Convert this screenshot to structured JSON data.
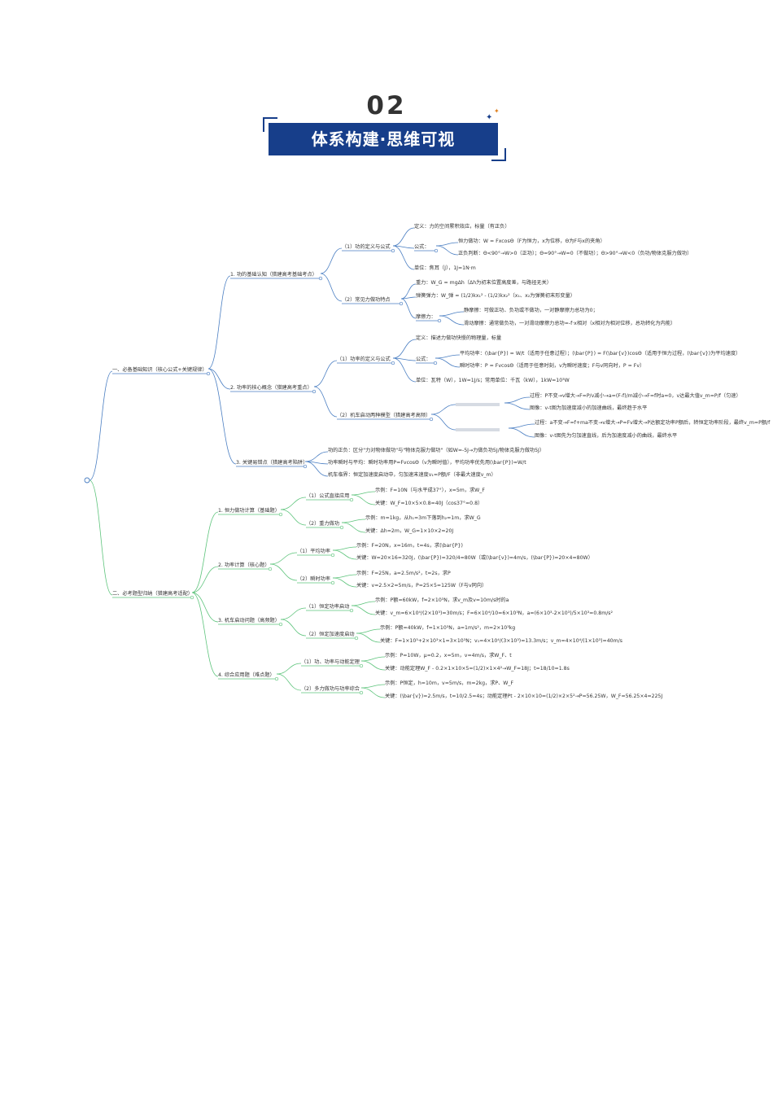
{
  "header": {
    "number": "02",
    "title": "体系构建·思维可视",
    "colors": {
      "banner": "#173e8a",
      "accent_star": "#e0801e"
    }
  },
  "mindmap": {
    "colors": {
      "branch1": "#4a7ec2",
      "branch2": "#5ec47c"
    },
    "b1": {
      "label": "一、必备基础知识（核心公式+关键规律）",
      "c1": {
        "label": "1. 功的基础认知（猎建高考基础考点）",
        "s1": {
          "label": "（1）功的定义与公式",
          "def": "定义：力的空间累积效应，标量（有正负）",
          "formula": "公式：",
          "f1": "恒力做功：W = FxcosΘ（F为恒力，x为位移，Θ为F与x的夹角）",
          "f2": "正负判断：Θ<90°→W>0（正功）；Θ=90°→W=0（不做功）；Θ>90°→W<0（负功/物体克服力做功）",
          "unit": "单位：焦耳（J），1J=1N·m"
        },
        "s2": {
          "label": "（2）常见力做功特点",
          "g": "重力：W_G = mgΔh（Δh为初末位置高度差，与路径无关）",
          "e": "弹簧弹力：W_弹 = (1/2)kx₁² - (1/2)kx₂²（x₁、x₂为弹簧初末形变量）",
          "fr": "摩擦力：",
          "fr1": "静摩擦：可做正功、负功或不做功，一对静摩擦力总功为0；",
          "fr2": "滑动摩擦：通常做负功，一对滑动摩擦力总功=-f·x相对（x相对为相对位移，总功转化为内能）"
        }
      },
      "c2": {
        "label": "2. 功率的核心概念（猎建高考重点）",
        "s1": {
          "label": "（1）功率的定义与公式",
          "def": "定义：描述力做功快慢的物理量，标量",
          "formula": "公式：",
          "f1": "平均功率：(\\bar{P}) = W/t（适用于任意过程）；(\\bar{P}) = F(\\bar{v})cosΘ（适用于恒力过程，(\\bar{v})为平均速度）",
          "f2": "瞬时功率：P = FvcosΘ（适用于任意时刻，v为瞬时速度；F与v同向时，P = Fv）",
          "unit": "单位：瓦特（W），1W=1J/s；常用单位：千瓦（kW），1kW=10³W"
        },
        "s2": {
          "label": "（2）机车启动两种模型（猎建高考高频）",
          "p1": "过程：P不变→v增大→F=P/v减小→a=(F-f)/m减小→F=f时a=0，v达最大值v_m=P/f（匀速）",
          "p2": "图像：v-t图为加速度减小的加速曲线，最终趋于水平",
          "p3": "过程：a不变→F=f+ma不变→v增大→P=Fv增大→P达额定功率P额后，转恒定功率阶段，最终v_m=P额/f",
          "p4": "图像：v-t图先为匀加速直线，后为加速度减小的曲线，最终水平"
        }
      },
      "c3": {
        "label": "3. 关键易错点（猎建高考陷阱）",
        "l1": "功的正负：区分\"力对物体做功\"与\"物体克服力做功\"（如W=-5J→力做负功5J/物体克服力做功5J）",
        "l2": "功率瞬时与平均：瞬时功率用P=FvcosΘ（v为瞬时值），平均功率优先用(\\bar{P})=W/t",
        "l3": "机车临界：恒定加速度启动中，匀加速末速度v₁=P额/F（非最大速度v_m）"
      }
    },
    "b2": {
      "label": "二、必考题型归纳（猎建高考适配）",
      "c1": {
        "label": "1. 恒力做功计算（基础题）",
        "s1": {
          "label": "（1）公式直接应用",
          "ex": "示例：F=10N（与水平成37°），x=5m，求W_F",
          "key": "关键：W_F=10×5×0.8=40J（cos37°=0.8）"
        },
        "s2": {
          "label": "（2）重力做功",
          "ex": "示例：m=1kg，从h₁=3m下落到h₂=1m，求W_G",
          "key": "关键：Δh=2m，W_G=1×10×2=20J"
        }
      },
      "c2": {
        "label": "2. 功率计算（核心题）",
        "s1": {
          "label": "（1）平均功率",
          "ex": "示例：F=20N，x=16m，t=4s，求(\\bar{P})",
          "key": "关键：W=20×16=320J，(\\bar{P})=320/4=80W（或(\\bar{v})=4m/s，(\\bar{P})=20×4=80W）"
        },
        "s2": {
          "label": "（2）瞬时功率",
          "ex": "示例：F=25N，a=2.5m/s²，t=2s，求P",
          "key": "关键：v=2.5×2=5m/s，P=25×5=125W（F与v同向）"
        }
      },
      "c3": {
        "label": "3. 机车启动问题（高频题）",
        "s1": {
          "label": "（1）恒定功率启动",
          "ex": "示例：P额=60kW，f=2×10³N，求v_m及v=10m/s时的a",
          "key": "关键：v_m=6×10⁴/(2×10³)=30m/s；F=6×10⁴/10=6×10³N，a=(6×10³-2×10³)/5×10³=0.8m/s²"
        },
        "s2": {
          "label": "（2）恒定加速度启动",
          "ex": "示例：P额=40kW，f=1×10³N，a=1m/s²，m=2×10³kg",
          "key": "关键：F=1×10³+2×10³×1=3×10³N；v₁=4×10⁴/(3×10³)≈13.3m/s；v_m=4×10⁴/(1×10³)=40m/s"
        }
      },
      "c4": {
        "label": "4. 综合应用题（难点题）",
        "s1": {
          "label": "（1）功、功率与动能定理",
          "ex": "示例：P=10W，μ=0.2，x=5m，v=4m/s，求W_F、t",
          "key": "关键：动能定理W_F - 0.2×1×10×5=(1/2)×1×4²→W_F=18J；t=18/10=1.8s"
        },
        "s2": {
          "label": "（2）多力做功与功率综合",
          "ex": "示例：P恒定，h=10m，v=5m/s，m=2kg，求P、W_F",
          "key": "关键：(\\bar{v})=2.5m/s，t=10/2.5=4s；动能定理Pt - 2×10×10=(1/2)×2×5²→P=56.25W，W_F=56.25×4=225J"
        }
      }
    }
  }
}
